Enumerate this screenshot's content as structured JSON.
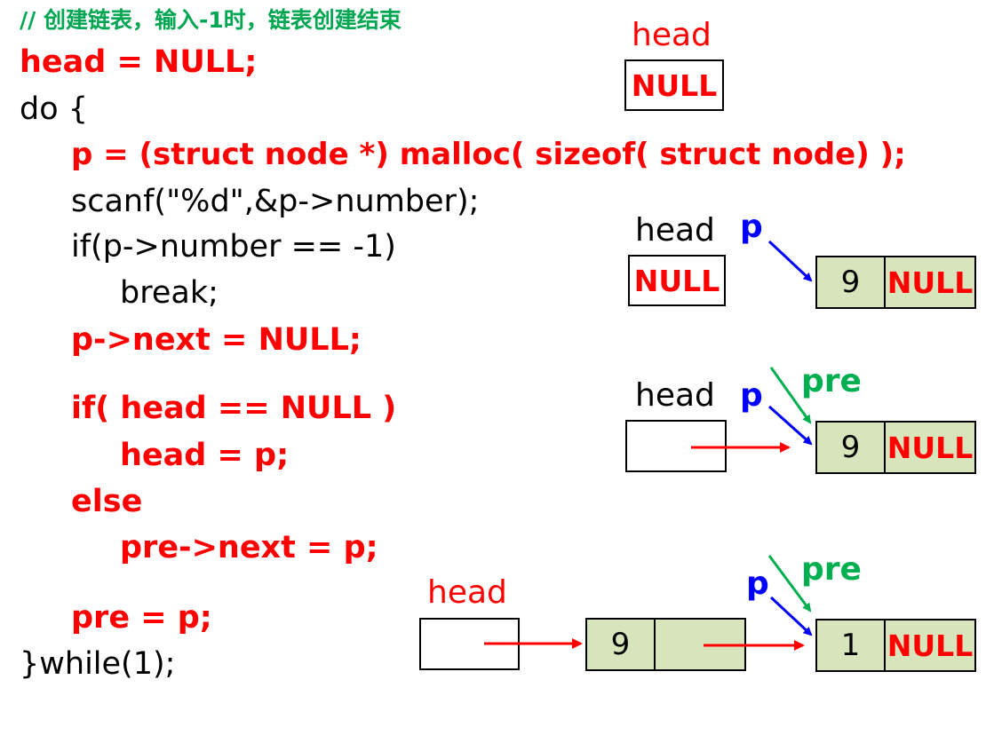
{
  "code": {
    "comment": "// 创建链表，输入-1时，链表创建结束",
    "lines": [
      "head = NULL;",
      "do {",
      "p = (struct node *) malloc( sizeof( struct node) );",
      "scanf(\"%d\",&p->number);",
      "if(p->number == -1)",
      "break;",
      "p->next = NULL;",
      "if( head == NULL )",
      "head = p;",
      "else",
      "pre->next = p;",
      "pre = p;",
      "}while(1);"
    ]
  },
  "diagrams": {
    "d1": {
      "head_label": "head",
      "head_value": "NULL"
    },
    "d2": {
      "head_label": "head",
      "head_value": "NULL",
      "p_label": "p",
      "node_value": "9",
      "node_next": "NULL"
    },
    "d3": {
      "head_label": "head",
      "p_label": "p",
      "pre_label": "pre",
      "node_value": "9",
      "node_next": "NULL"
    },
    "d4": {
      "head_label": "head",
      "p_label": "p",
      "pre_label": "pre",
      "node1_value": "9",
      "node2_value": "1",
      "node2_next": "NULL"
    }
  },
  "colors": {
    "code_highlight": "#ff0000",
    "comment": "#00a651",
    "p_pointer": "#0000ff",
    "pre_pointer": "#00b050",
    "link_arrow": "#ff0000",
    "node_fill": "#d8e4bc"
  }
}
